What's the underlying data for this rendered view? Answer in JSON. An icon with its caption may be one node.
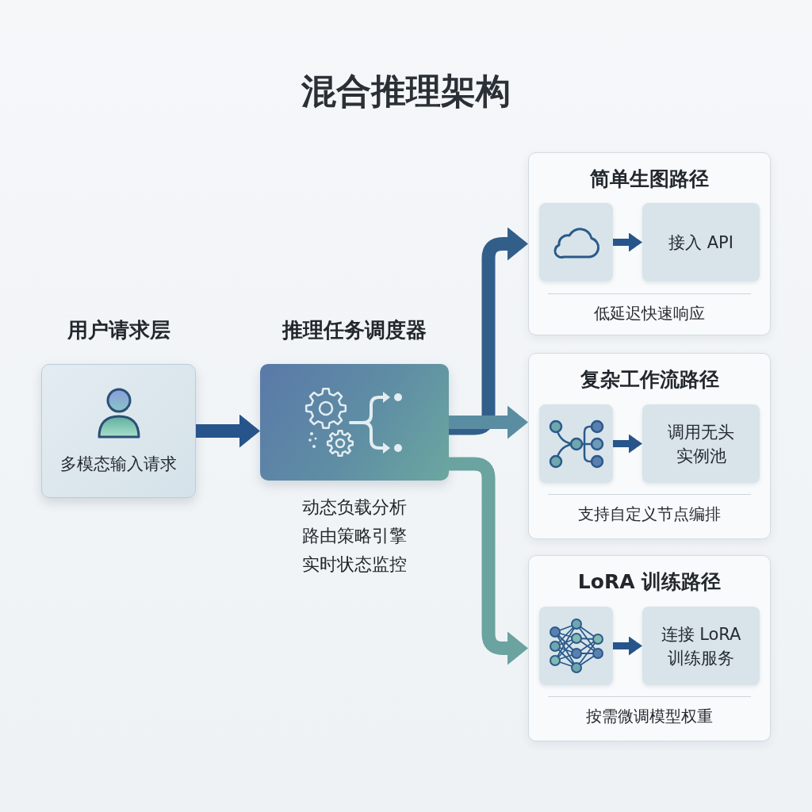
{
  "diagram": {
    "title": "混合推理架构",
    "nodes": [
      {
        "text": [
          "用户请求层",
          "多模态输入请求"
        ]
      },
      {
        "text": [
          "推理任务调度器"
        ],
        "beside": [
          "动态负载分析",
          "路由策略引擎",
          "实时状态监控"
        ]
      },
      {
        "text": [
          "简单生图路径",
          "低延迟快速响应"
        ]
      },
      {
        "text": [],
        "shape": "box",
        "in": 2
      },
      {
        "text": [
          "接入 API"
        ],
        "in": 2
      },
      {
        "text": [
          "复杂工作流路径",
          "支持自定义节点编排"
        ]
      },
      {
        "text": [],
        "shape": "box",
        "in": 5
      },
      {
        "text": [
          "调用无头实例池"
        ],
        "in": 5
      },
      {
        "text": [
          "LoRA 训练路径",
          "按需微调模型权重"
        ]
      },
      {
        "text": [],
        "shape": "box",
        "in": 8
      },
      {
        "text": [
          "连接 LoRA训练服务"
        ],
        "in": 8
      }
    ],
    "edges": [
      {
        "from": 0,
        "to": 1,
        "arrow": "to"
      },
      {
        "from": 1,
        "to": 2,
        "arrow": "to",
        "color": "#325f8a"
      },
      {
        "from": 1,
        "to": 5,
        "arrow": "to",
        "color": "#5b8da2"
      },
      {
        "from": 1,
        "to": 8,
        "arrow": "to",
        "color": "#6aa39f"
      },
      {
        "from": 3,
        "to": 4,
        "arrow": "to"
      },
      {
        "from": 6,
        "to": 7,
        "arrow": "to"
      },
      {
        "from": 9,
        "to": 10,
        "arrow": "to"
      }
    ]
  }
}
